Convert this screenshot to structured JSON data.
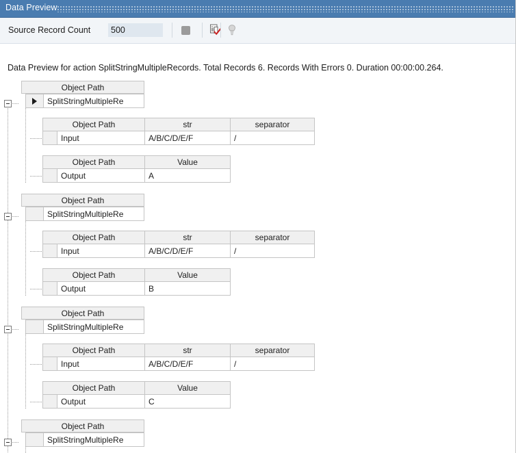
{
  "panel": {
    "title": "Data Preview",
    "grip_icon": "drag-grip-dots"
  },
  "toolbar": {
    "record_count_label": "Source Record Count",
    "record_count_value": "500",
    "record_count_placeholder": "",
    "buttons": [
      {
        "name": "stop-button",
        "icon": "stop-square-icon",
        "enabled": false
      },
      {
        "name": "validate-button",
        "icon": "clipboard-check-icon",
        "enabled": true
      },
      {
        "name": "hint-button",
        "icon": "lightbulb-icon",
        "enabled": false
      }
    ]
  },
  "status": {
    "text": "Data Preview for action SplitStringMultipleRecords. Total Records 6. Records With Errors 0. Duration 00:00:00.264."
  },
  "tree": {
    "root_header": "Object Path",
    "input_header": "Object Path",
    "input_col_str": "str",
    "input_col_separator": "separator",
    "output_header": "Object Path",
    "output_col_value": "Value",
    "groups": [
      {
        "node_label": "SplitStringMultipleRe",
        "expanded": true,
        "current": true,
        "input_row_label": "Input",
        "input_str": "A/B/C/D/E/F",
        "input_separator": "/",
        "output_row_label": "Output",
        "output_value": "A"
      },
      {
        "node_label": "SplitStringMultipleRe",
        "expanded": true,
        "current": false,
        "input_row_label": "Input",
        "input_str": "A/B/C/D/E/F",
        "input_separator": "/",
        "output_row_label": "Output",
        "output_value": "B"
      },
      {
        "node_label": "SplitStringMultipleRe",
        "expanded": true,
        "current": false,
        "input_row_label": "Input",
        "input_str": "A/B/C/D/E/F",
        "input_separator": "/",
        "output_row_label": "Output",
        "output_value": "C"
      },
      {
        "node_label": "SplitStringMultipleRe",
        "expanded": true,
        "current": false,
        "input_row_label": "",
        "input_str": "",
        "input_separator": "",
        "output_row_label": "",
        "output_value": ""
      }
    ]
  },
  "colors": {
    "title_bar": "#4a7cb0",
    "toolbar_bg": "#f2f5f8",
    "grid_header": "#f0f0f0",
    "grid_border": "#c4c4c4",
    "input_bg": "#dfe7ef",
    "check_red": "#cc2222"
  }
}
